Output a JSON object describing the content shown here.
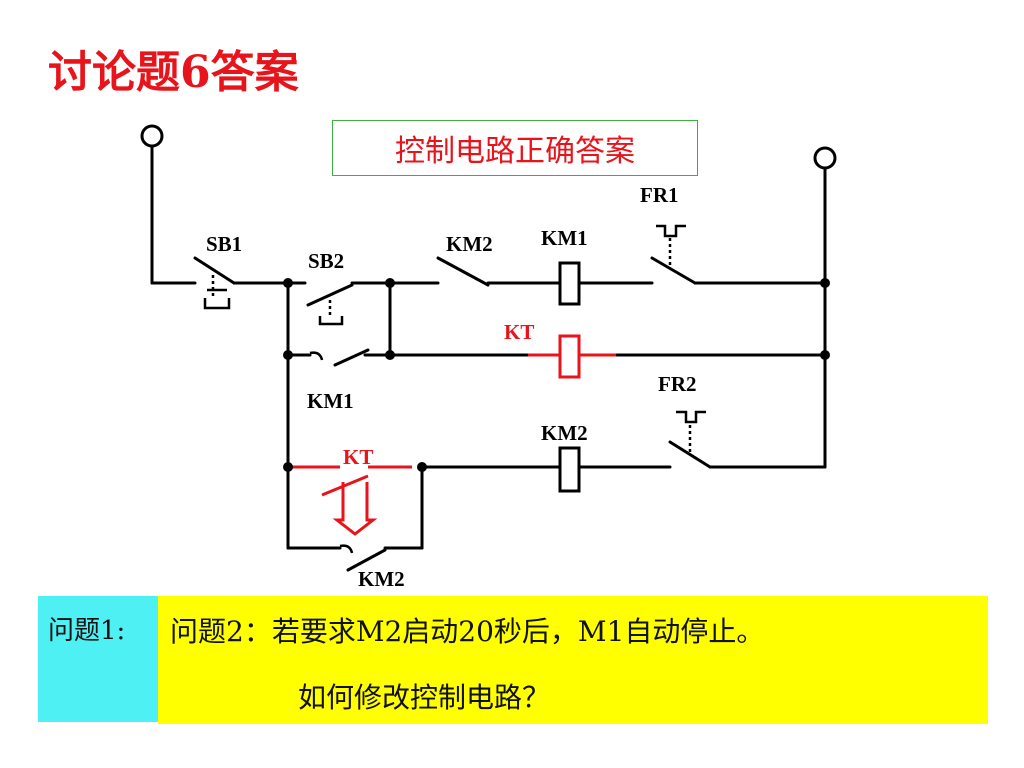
{
  "title": "讨论题6答案",
  "subtitle": "控制电路正确答案",
  "labels": {
    "sb1": "SB1",
    "sb2": "SB2",
    "km2_contact_top": "KM2",
    "km1_coil": "KM1",
    "fr1": "FR1",
    "kt_coil": "KT",
    "km1_contact": "KM1",
    "fr2": "FR2",
    "km2_coil": "KM2",
    "kt_contact": "KT",
    "km2_contact_bottom": "KM2"
  },
  "questions": {
    "q1_label": "问题1:",
    "q2_line1": "问题2：若要求M2启动20秒后，M1自动停止。",
    "q2_line2": "如何修改控制电路？"
  },
  "colors": {
    "title": "#e8141b",
    "subtitle_border": "#3cb043",
    "highlight": "#e8141b",
    "wire": "#000000",
    "q1_background": "#4ff0f4",
    "q2_background": "#ffff00"
  }
}
